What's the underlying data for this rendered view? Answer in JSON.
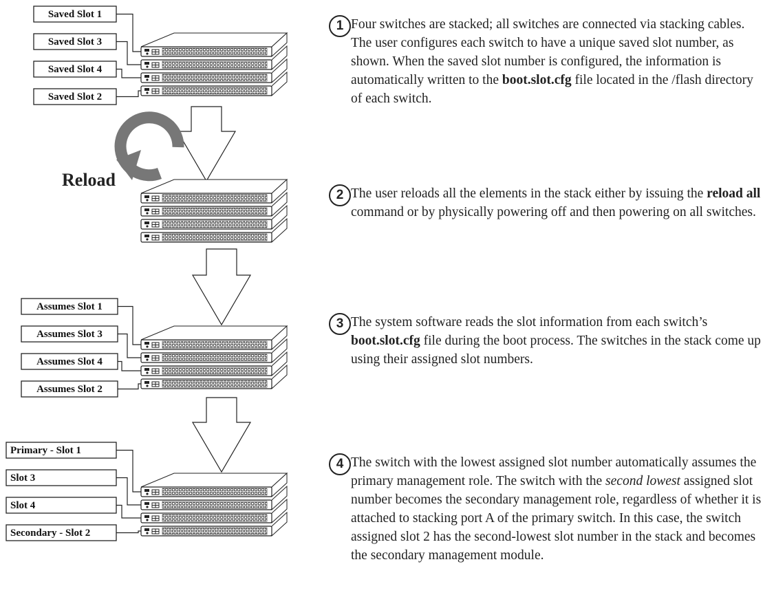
{
  "stage1": {
    "labels": [
      "Saved Slot 1",
      "Saved Slot 3",
      "Saved Slot 4",
      "Saved Slot 2"
    ]
  },
  "stage2": {
    "reload_label": "Reload"
  },
  "stage3": {
    "labels": [
      "Assumes Slot 1",
      "Assumes Slot 3",
      "Assumes Slot 4",
      "Assumes Slot 2"
    ]
  },
  "stage4": {
    "labels": [
      "Primary - Slot 1",
      "Slot 3",
      "Slot 4",
      "Secondary - Slot 2"
    ],
    "secondary_color": "#2e5aa8"
  },
  "steps": [
    {
      "num": "1",
      "text_a": "Four switches are stacked; all switches are connected via stacking cables. The user configures each switch to have a unique saved slot number, as shown. When the saved slot number is configured, the information is automatically written to the ",
      "bold_a": "boot.slot.cfg",
      "text_b": " file located in the /flash directory of each switch."
    },
    {
      "num": "2",
      "text_a": "The user reloads all the elements in the stack either by issuing the ",
      "bold_a": "reload all",
      "text_b": " command or by physically powering off and then powering on all switches."
    },
    {
      "num": "3",
      "text_a": "The system software reads the slot information from each switch’s ",
      "bold_a": "boot.slot.cfg",
      "text_b": " file during the boot process. The switches in the stack come up using their assigned slot numbers."
    },
    {
      "num": "4",
      "text_a": "The switch with the lowest assigned slot number automatically assumes the primary management role. The switch with the ",
      "italic_a": "second lowest",
      "text_b": " assigned slot number becomes the secondary management role, regardless of whether it is attached to stacking port A of the primary switch. In this case, the switch assigned slot 2 has the second-lowest slot number in the stack and becomes the secondary management module."
    }
  ]
}
